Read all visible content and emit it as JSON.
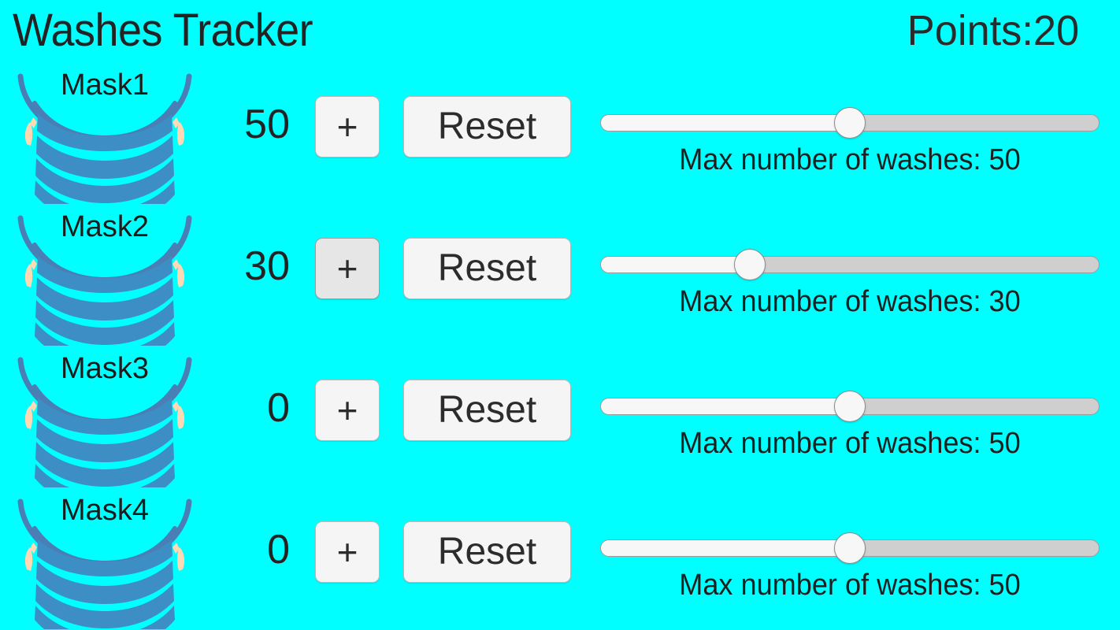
{
  "header": {
    "title": "Washes Tracker",
    "points_label": "Points:20",
    "points_value": 20
  },
  "theme": {
    "background": "#00ffff",
    "text": "#212121",
    "button_face": "#f5f5f5",
    "button_face_pressed": "#e6e6e6",
    "button_border": "#b9b9b9",
    "mask_body": "#3d8ec4",
    "mask_strap": "#4a7fb5",
    "mask_ear": "#ffd9b3",
    "slider_track": "#cfcfcf",
    "slider_fill": "#f7f7f7",
    "slider_thumb": "#f7f7f7"
  },
  "controls": {
    "plus_label": "+",
    "reset_label": "Reset",
    "slider_caption_prefix": "Max number of washes: ",
    "slider_min": 0,
    "slider_max": 100
  },
  "rows": [
    {
      "name": "Mask1",
      "count": "50",
      "max_washes": "50",
      "slider_caption": "Max number of washes: 50",
      "slider_percent": 50,
      "plus_pressed": false,
      "icon": "face-mask-icon"
    },
    {
      "name": "Mask2",
      "count": "30",
      "max_washes": "30",
      "slider_caption": "Max number of washes: 30",
      "slider_percent": 30,
      "plus_pressed": true,
      "icon": "face-mask-icon"
    },
    {
      "name": "Mask3",
      "count": "0",
      "max_washes": "50",
      "slider_caption": "Max number of washes: 50",
      "slider_percent": 50,
      "plus_pressed": false,
      "icon": "face-mask-icon"
    },
    {
      "name": "Mask4",
      "count": "0",
      "max_washes": "50",
      "slider_caption": "Max number of washes: 50",
      "slider_percent": 50,
      "plus_pressed": false,
      "icon": "face-mask-icon"
    }
  ]
}
